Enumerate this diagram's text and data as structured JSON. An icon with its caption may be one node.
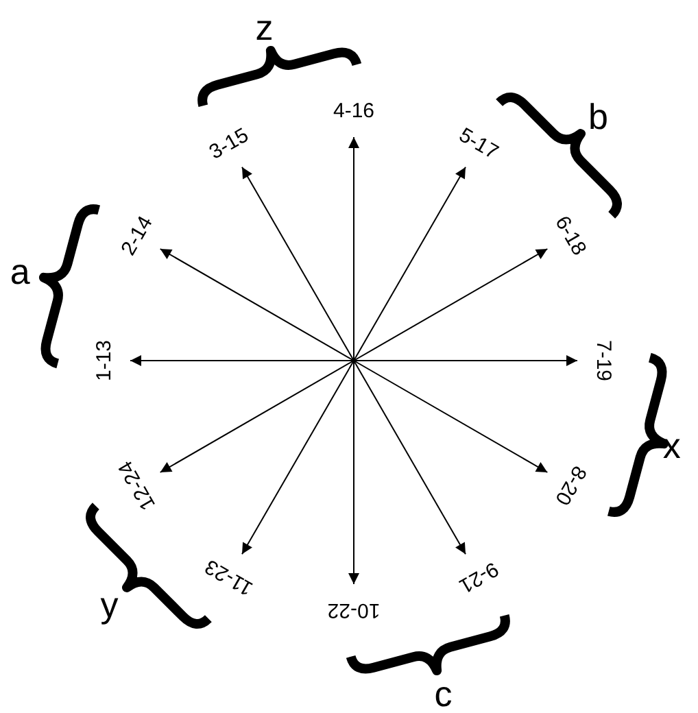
{
  "diagram": {
    "nodes": [
      {
        "text": [
          "1-13"
        ]
      },
      {
        "text": [
          "2-14"
        ]
      },
      {
        "text": [
          "3-15"
        ]
      },
      {
        "text": [
          "4-16"
        ]
      },
      {
        "text": [
          "5-17"
        ]
      },
      {
        "text": [
          "6-18"
        ]
      },
      {
        "text": [
          "7-19"
        ]
      },
      {
        "text": [
          "8-20"
        ]
      },
      {
        "text": [
          "9-21"
        ]
      },
      {
        "text": [
          "10-22"
        ]
      },
      {
        "text": [
          "11-23"
        ]
      },
      {
        "text": [
          "12-24"
        ]
      }
    ],
    "edges": [
      {
        "from": null,
        "to": 0,
        "arrow": "to"
      },
      {
        "from": null,
        "to": 1,
        "arrow": "to"
      },
      {
        "from": null,
        "to": 2,
        "arrow": "to"
      },
      {
        "from": null,
        "to": 3,
        "arrow": "to"
      },
      {
        "from": null,
        "to": 4,
        "arrow": "to"
      },
      {
        "from": null,
        "to": 5,
        "arrow": "to"
      },
      {
        "from": null,
        "to": 6,
        "arrow": "to"
      },
      {
        "from": null,
        "to": 7,
        "arrow": "to"
      },
      {
        "from": null,
        "to": 8,
        "arrow": "to"
      },
      {
        "from": null,
        "to": 9,
        "arrow": "to"
      },
      {
        "from": null,
        "to": 10,
        "arrow": "to"
      },
      {
        "from": null,
        "to": 11,
        "arrow": "to"
      }
    ],
    "labels": [
      "z",
      "b",
      "a",
      "x",
      "y",
      "c"
    ]
  }
}
